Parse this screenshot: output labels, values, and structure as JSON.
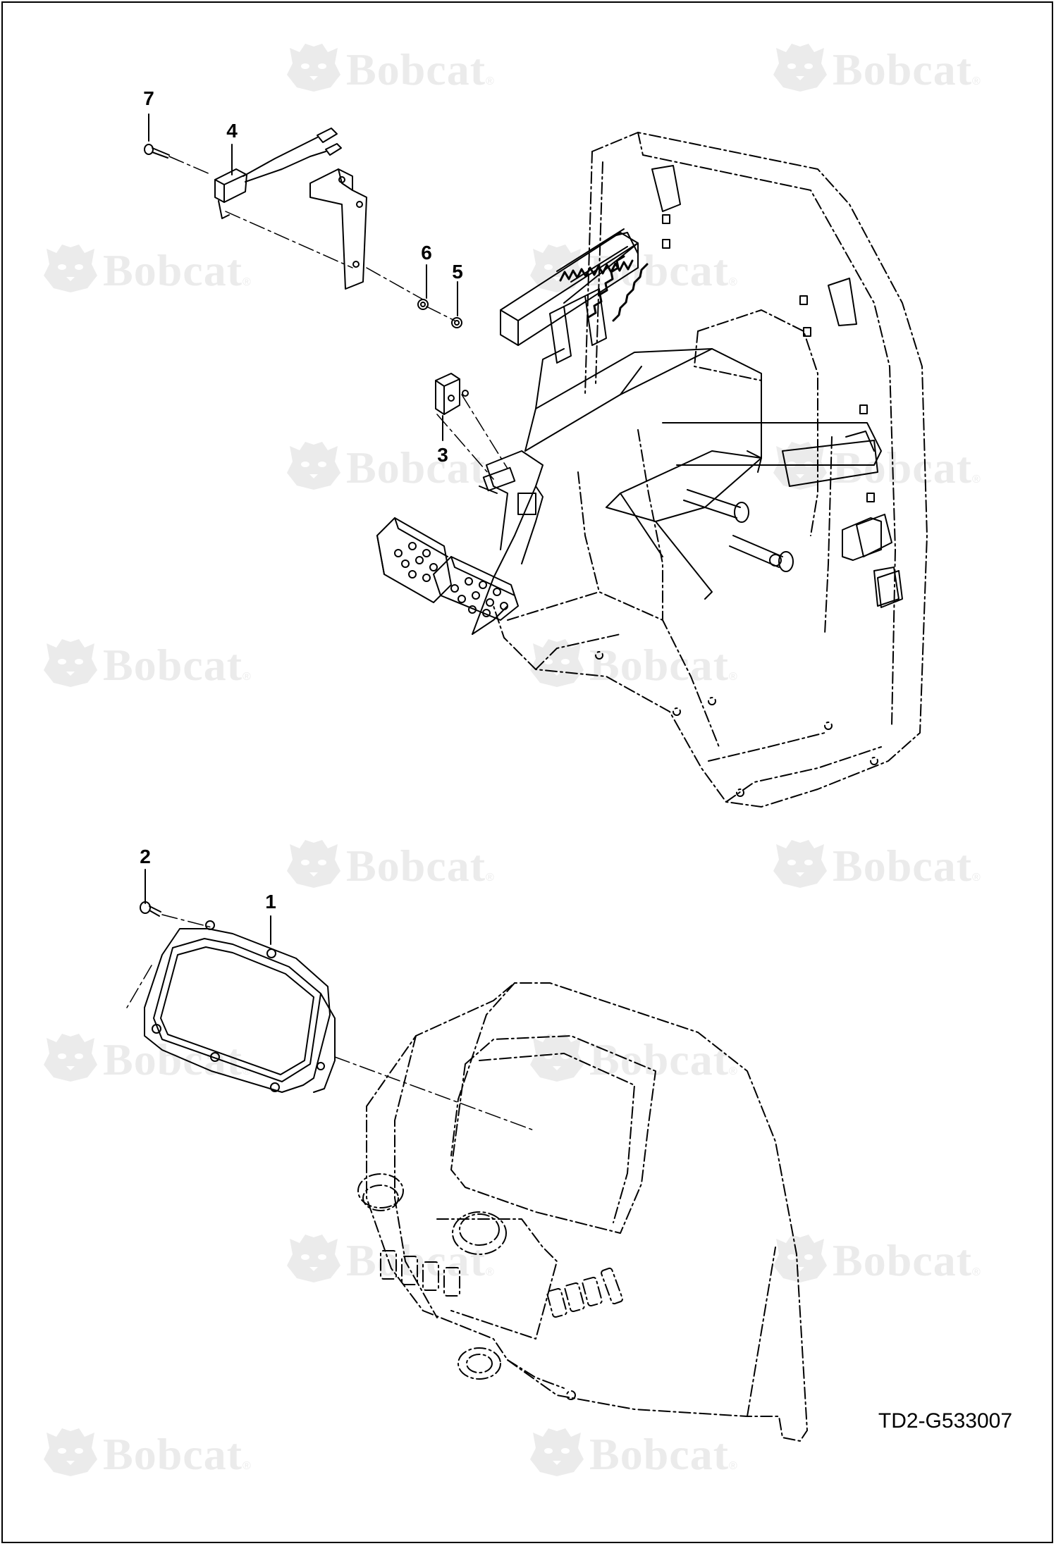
{
  "watermark": {
    "text": "Bobcat",
    "mark": "®",
    "logo_icon": "bobcat-head-logo-icon"
  },
  "callouts": [
    "1",
    "2",
    "3",
    "4",
    "5",
    "6",
    "7"
  ],
  "figure_code": "TD2-G533007",
  "colors": {
    "line": "#000000",
    "watermark": "#888888",
    "background": "#ffffff"
  }
}
